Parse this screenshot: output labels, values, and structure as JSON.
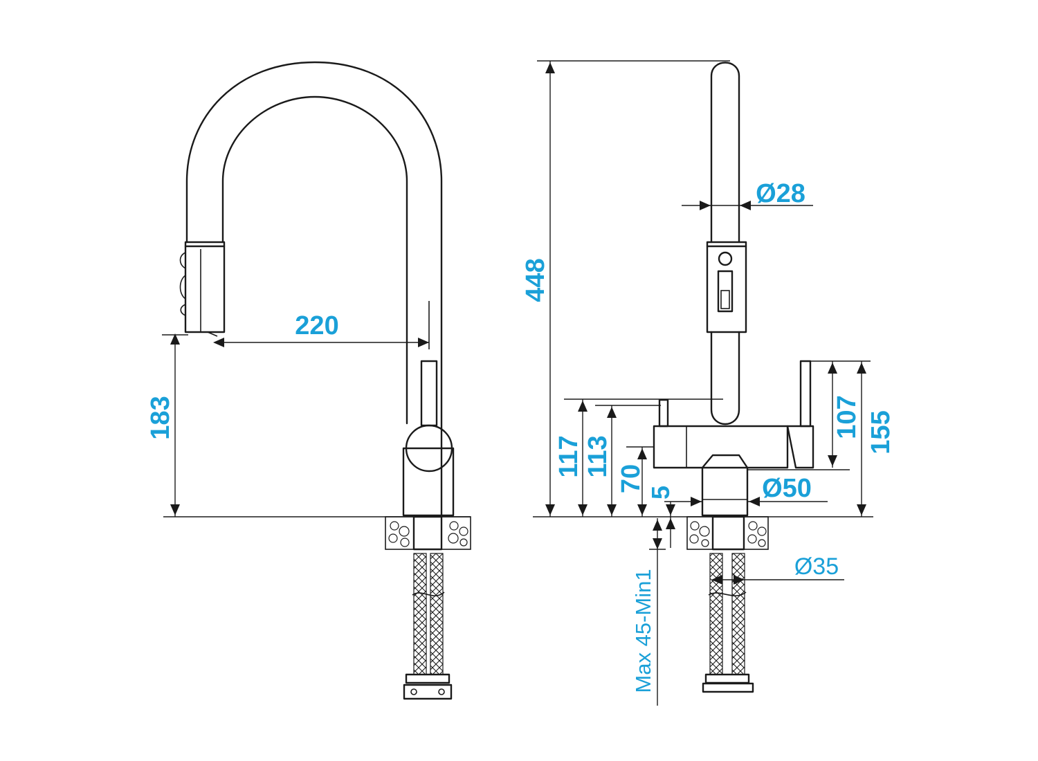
{
  "dimensions": {
    "spout_reach": "220",
    "spout_height": "183",
    "total_height": "448",
    "handle_diameter": "Ø28",
    "body_height_117": "117",
    "body_height_113": "113",
    "body_height_70": "70",
    "base_height_5": "5",
    "base_diameter": "Ø50",
    "lever_height_107": "107",
    "lever_height_155": "155",
    "hose_diameter": "Ø35",
    "worktop_thickness": "Max 45-Min1"
  },
  "colors": {
    "dimension_text": "#1aa0d8",
    "lines": "#1a1a1a",
    "background": "#ffffff"
  }
}
